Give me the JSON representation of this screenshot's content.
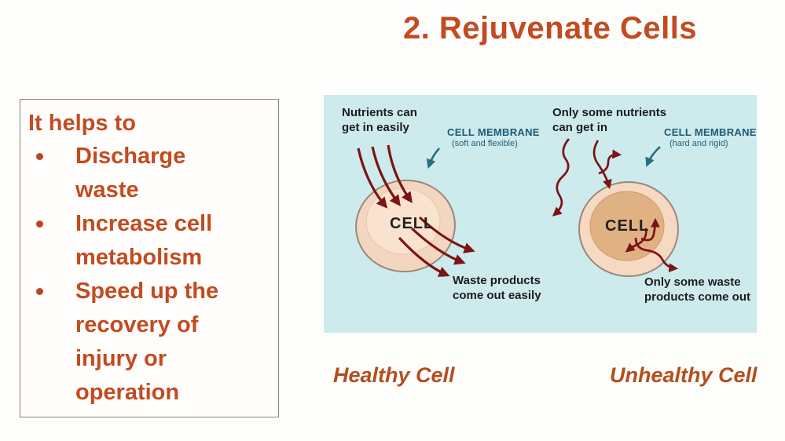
{
  "title": "2. Rejuvenate Cells",
  "colors": {
    "accent_orange": "#c24b20",
    "caption_orange": "#b44e1c",
    "diagram_background": "#cdeaec",
    "arrow_dark_red": "#7c1416",
    "membrane_arrow_teal": "#27707e",
    "membrane_label_blue": "#1d5a75",
    "healthy_cell_outer": "#f3d6bf",
    "healthy_cell_inner": "#f9e3cf",
    "unhealthy_cell_outer": "#f5dac1",
    "unhealthy_cell_inner": "#e0b183",
    "cell_outline": "#99887a"
  },
  "benefits_box": {
    "heading": "It helps to",
    "items": [
      {
        "text": "Discharge\nwaste"
      },
      {
        "text": "Increase cell\nmetabolism"
      },
      {
        "text": "Speed up the\nrecovery of\ninjury or\noperation"
      }
    ]
  },
  "diagram": {
    "healthy": {
      "nutrients_label": "Nutrients can\nget in easily",
      "membrane_title": "CELL MEMBRANE",
      "membrane_subtitle": "(soft and flexible)",
      "cell_label": "CELL",
      "waste_label": "Waste products\ncome out easily",
      "caption": "Healthy Cell"
    },
    "unhealthy": {
      "nutrients_label": "Only some nutrients\ncan get in",
      "membrane_title": "CELL MEMBRANE",
      "membrane_subtitle": "(hard and rigid)",
      "cell_label": "CELL",
      "waste_label": "Only some waste\nproducts come out",
      "caption": "Unhealthy Cell"
    }
  }
}
